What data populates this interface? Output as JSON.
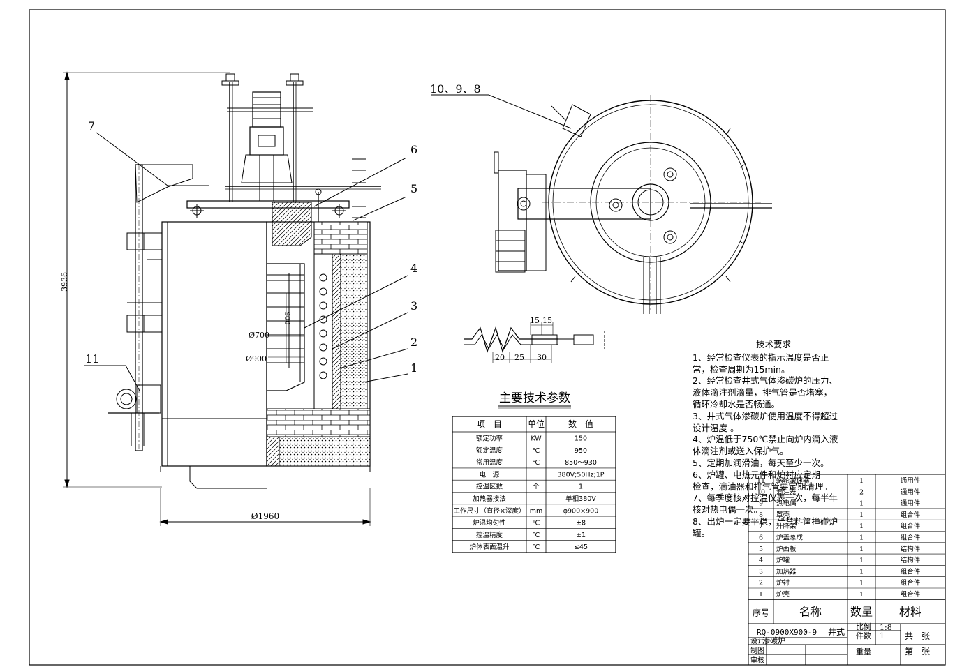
{
  "callouts": {
    "c1": "1",
    "c2": "2",
    "c3": "3",
    "c4": "4",
    "c5": "5",
    "c6": "6",
    "c7": "7",
    "c11": "11",
    "c10_9_8": "10、9、8"
  },
  "dims": {
    "height_3936": "3936",
    "width_1960": "Ø1960",
    "d700": "Ø700",
    "d900": "Ø900",
    "depth_900": "900",
    "d15a": "15",
    "d15b": "15",
    "d20": "20",
    "d25": "25",
    "d30": "30"
  },
  "spec_table": {
    "title": "主要技术参数",
    "headers": [
      "项　目",
      "单位",
      "数　值"
    ],
    "rows": [
      [
        "额定功率",
        "KW",
        "150"
      ],
      [
        "额定温度",
        "℃",
        "950"
      ],
      [
        "常用温度",
        "℃",
        "850～930"
      ],
      [
        "电　源",
        "",
        "380V;50Hz;1P"
      ],
      [
        "控温区数",
        "个",
        "1"
      ],
      [
        "加热器接法",
        "",
        "单相380V"
      ],
      [
        "工作尺寸（直径×深度）",
        "mm",
        "φ900×900"
      ],
      [
        "炉温均匀性",
        "℃",
        "±8"
      ],
      [
        "控温精度",
        "℃",
        "±1"
      ],
      [
        "炉体表面温升",
        "℃",
        "≤45"
      ]
    ]
  },
  "requirements": {
    "title": "技术要求",
    "lines": [
      "1、经常检查仪表的指示温度是否正",
      "常，检查周期为15min。",
      "2、经常检查井式气体渗碳炉的压力、",
      "液体滴注剂滴量，排气管是否堵塞，",
      "循环冷却水是否畅通。",
      "3、井式气体渗碳炉使用温度不得超过",
      "设计温度 。",
      "4、炉温低于750℃禁止向炉内滴入液",
      "体滴注剂或送入保护气。",
      "5、定期加润滑油，每天至少一次。",
      "6、炉罐、电热元件和炉衬应定期",
      "检查，滴油器和排气管要定期清理。",
      "7、每季度核对控温仪表一次，每半年",
      "核对热电偶一次。",
      "8、出炉一定要平稳，严禁料筐撞碰炉",
      "罐。"
    ]
  },
  "bom": {
    "rows": [
      {
        "no": "11",
        "name": "蜗轮减速器",
        "qty": "1",
        "mat": "通用件"
      },
      {
        "no": "10",
        "name": "滴注器",
        "qty": "2",
        "mat": "通用件"
      },
      {
        "no": "9",
        "name": "热电偶",
        "qty": "1",
        "mat": "通用件"
      },
      {
        "no": "8",
        "name": "罩壳",
        "qty": "1",
        "mat": "组合件"
      },
      {
        "no": "7",
        "name": "升降架",
        "qty": "1",
        "mat": "组合件"
      },
      {
        "no": "6",
        "name": "炉盖总成",
        "qty": "1",
        "mat": "组合件"
      },
      {
        "no": "5",
        "name": "炉面板",
        "qty": "1",
        "mat": "结构件"
      },
      {
        "no": "4",
        "name": "炉罐",
        "qty": "1",
        "mat": "结构件"
      },
      {
        "no": "3",
        "name": "加热器",
        "qty": "1",
        "mat": "组合件"
      },
      {
        "no": "2",
        "name": "炉衬",
        "qty": "1",
        "mat": "组合件"
      },
      {
        "no": "1",
        "name": "炉壳",
        "qty": "1",
        "mat": "组合件"
      }
    ],
    "header": {
      "no": "序号",
      "name": "名称",
      "qty": "数量",
      "mat": "材料"
    },
    "drawing_no": "RQ-0900X900-9",
    "drawing_name_1": "井式",
    "drawing_name_2": "渗碳炉",
    "scale_label": "比例",
    "scale_value": "1:8",
    "weight_label": "件数",
    "weight_value": "1",
    "weight_label2": "重量",
    "total_label": "共　张",
    "sheet_label": "第　张",
    "role_design": "设计",
    "role_draw": "制图",
    "role_check": "审核"
  }
}
